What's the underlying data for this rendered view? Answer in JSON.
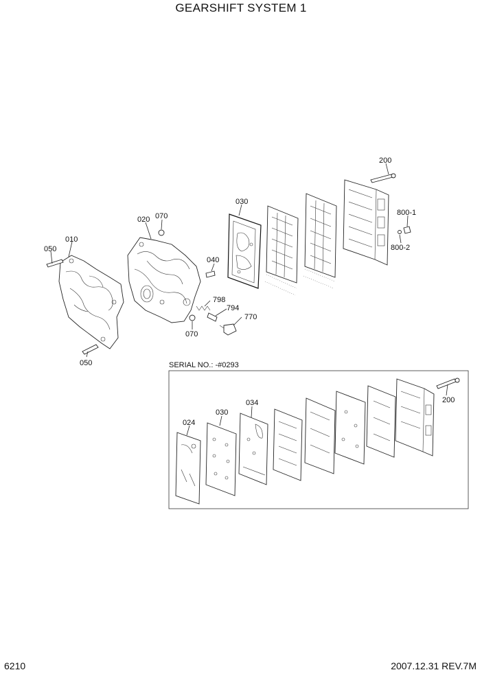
{
  "header": {
    "title": "GEARSHIFT SYSTEM 1"
  },
  "callouts": {
    "c010": "010",
    "c020": "020",
    "c030": "030",
    "c040": "040",
    "c050_top": "050",
    "c050_bottom": "050",
    "c070_top": "070",
    "c070_bottom": "070",
    "c200": "200",
    "c770": "770",
    "c794": "794",
    "c798": "798",
    "c800_1": "800-1",
    "c800_2": "800-2"
  },
  "inset": {
    "serial_label": "SERIAL NO.: -#0293",
    "c024": "024",
    "c030": "030",
    "c034": "034",
    "c200": "200"
  },
  "footer": {
    "page_number": "6210",
    "revision": "2007.12.31  REV.7M"
  }
}
